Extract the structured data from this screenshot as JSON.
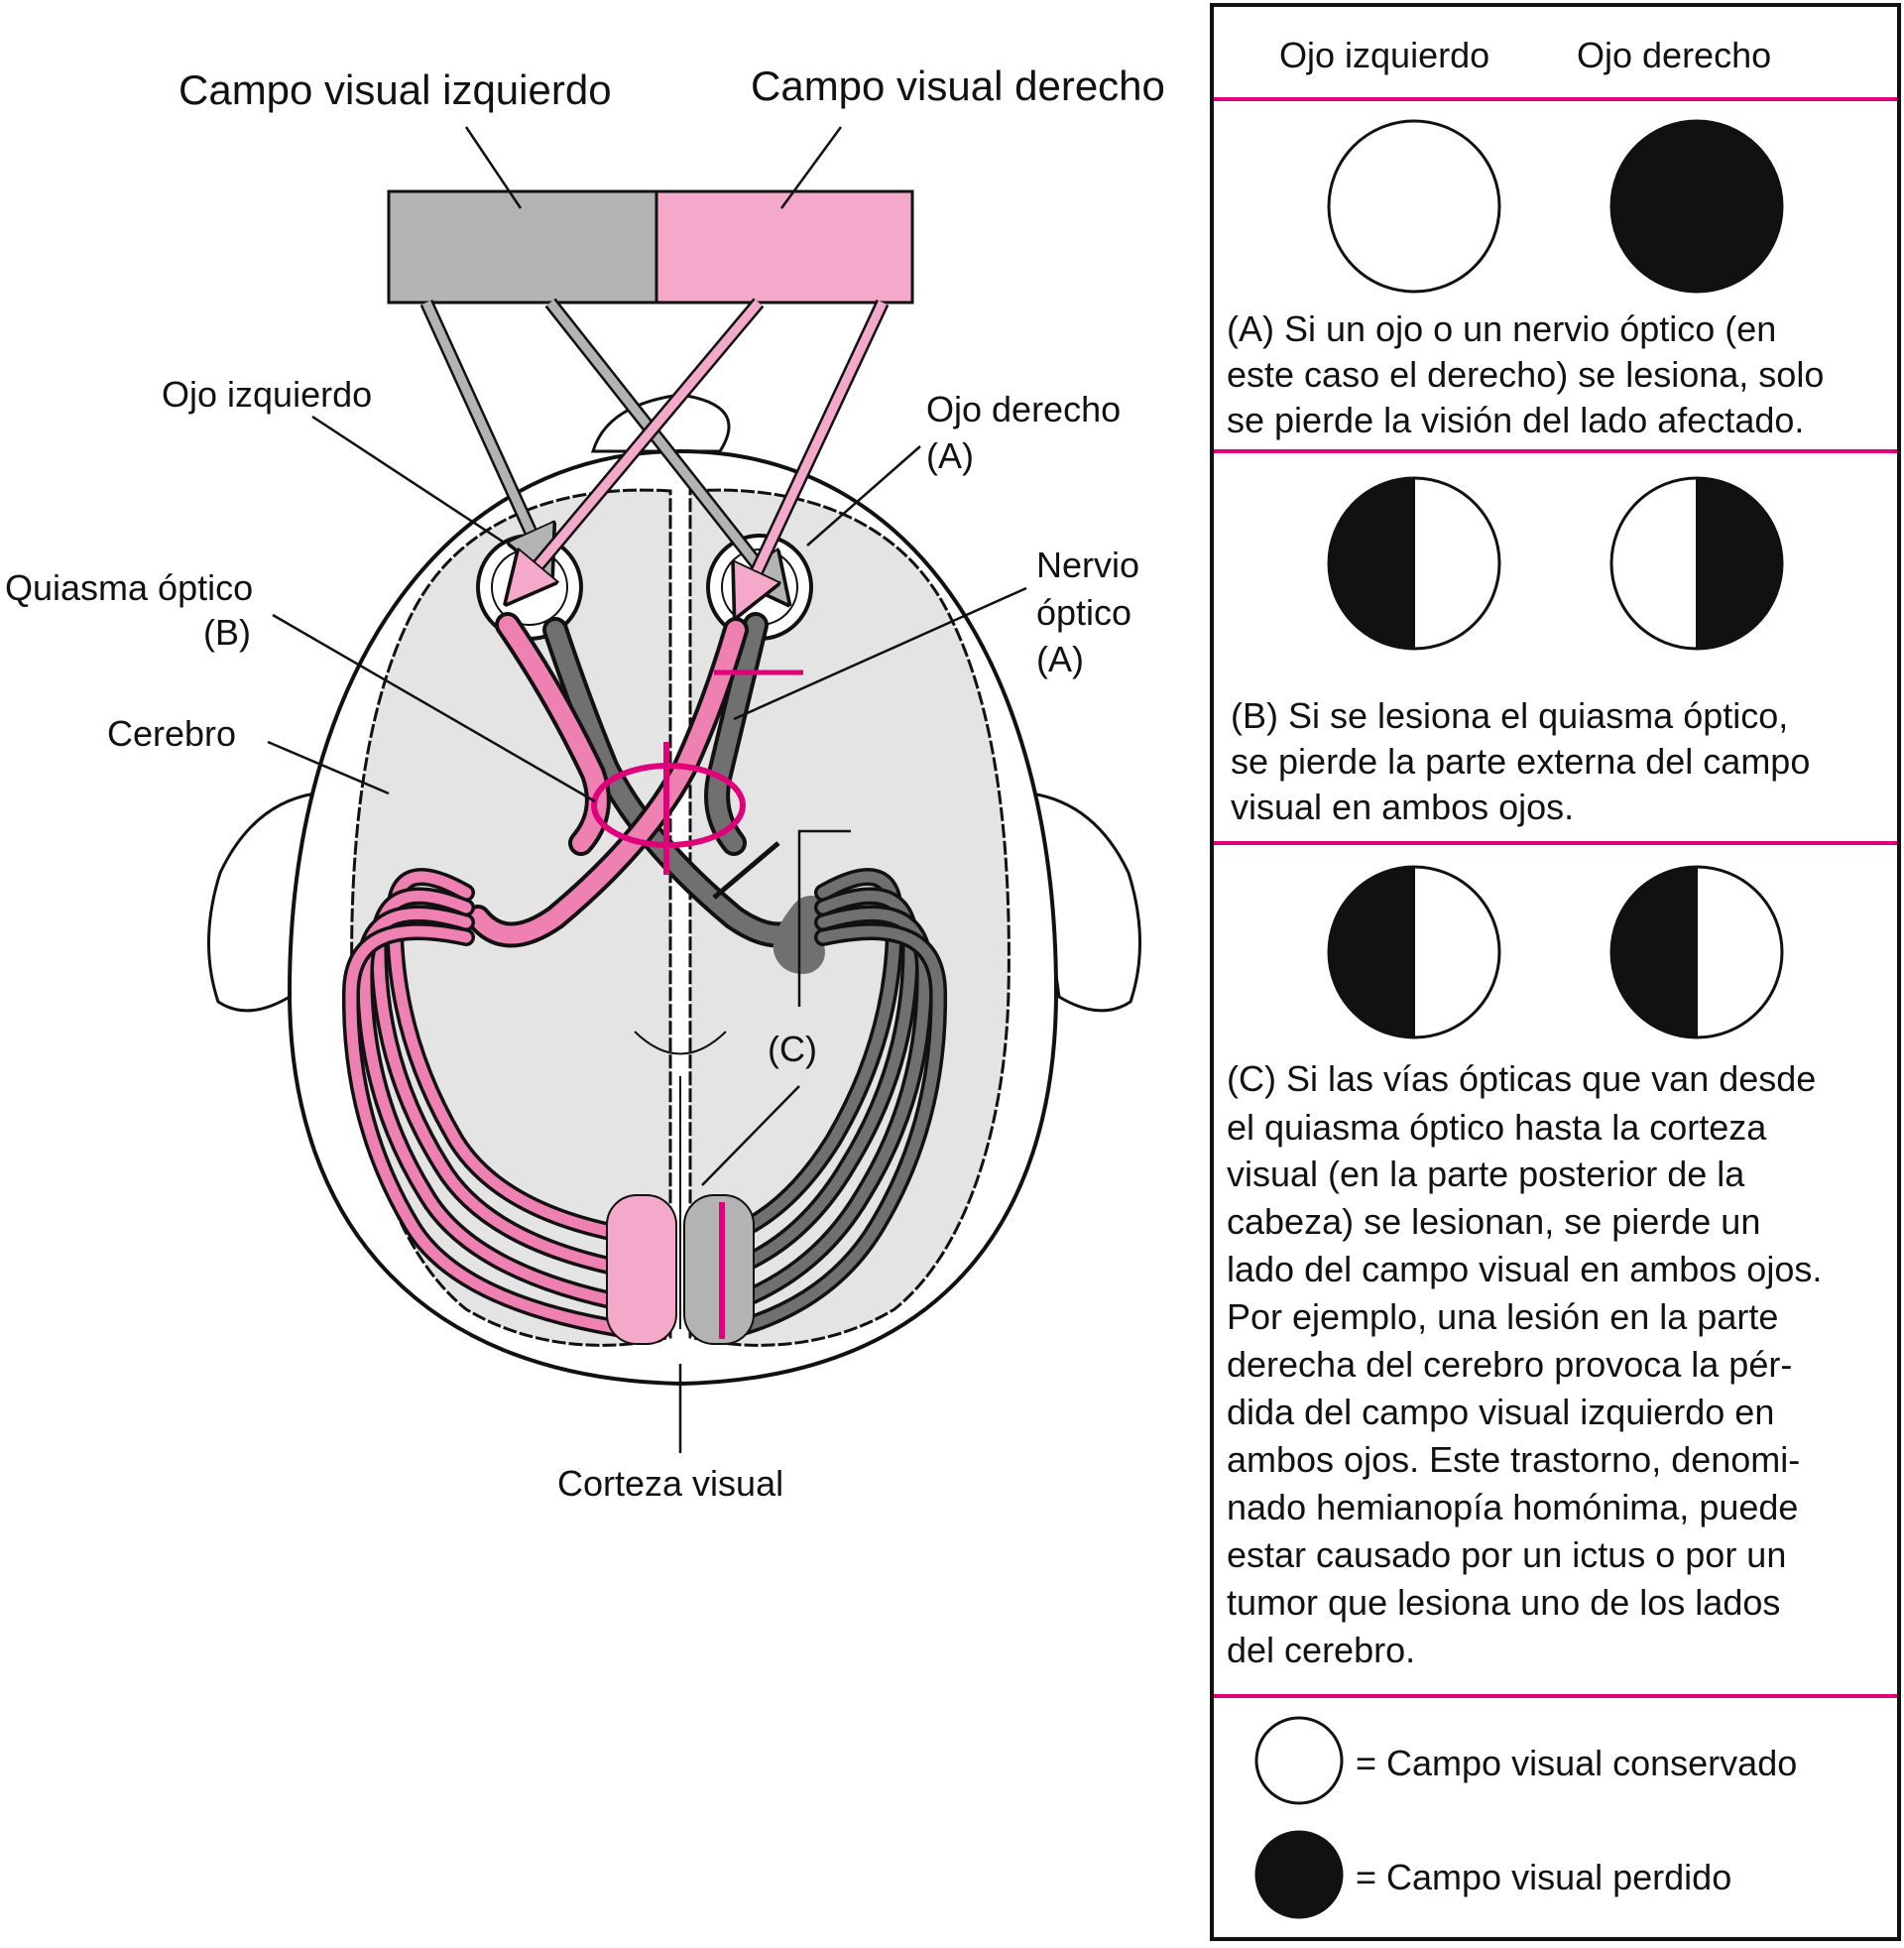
{
  "field_labels": {
    "left": "Campo visual izquierdo",
    "right": "Campo visual derecho"
  },
  "anatomy_labels": {
    "left_eye": "Ojo izquierdo",
    "right_eye": "Ojo derecho",
    "right_eye_tag": "(A)",
    "chiasm": "Quiasma óptico",
    "chiasm_tag": "(B)",
    "brain": "Cerebro",
    "optic_nerve_1": "Nervio",
    "optic_nerve_2": "óptico",
    "optic_nerve_tag": "(A)",
    "tract_tag": "(C)",
    "visual_cortex": "Corteza visual"
  },
  "panel": {
    "header_left": "Ojo izquierdo",
    "header_right": "Ojo derecho",
    "case_a": {
      "lines": [
        "(A) Si un ojo o un nervio óptico (en",
        "este caso el derecho) se lesiona, solo",
        "se pierde la visión del lado afectado."
      ]
    },
    "case_b": {
      "lines": [
        "(B) Si se lesiona el quiasma óptico,",
        "se pierde la parte externa del campo",
        "visual en ambos ojos."
      ]
    },
    "case_c": {
      "lines": [
        "(C) Si las vías ópticas que van desde",
        "el quiasma óptico hasta la corteza",
        "visual (en la parte posterior de la",
        "cabeza) se lesionan, se pierde un",
        "lado del campo visual en ambos ojos.",
        "Por ejemplo, una lesión en la parte",
        "derecha del cerebro provoca la pér-",
        "dida del campo visual izquierdo en",
        "ambos ojos. Este trastorno, denomi-",
        "nado hemianopía homónima, puede",
        "estar causado por un ictus o por un",
        "tumor que lesiona uno de los lados",
        "del cerebro."
      ]
    },
    "legend": {
      "preserved": "= Campo visual conservado",
      "lost": "= Campo visual perdido"
    }
  },
  "colors": {
    "accent": "#e0007a",
    "pink_fill": "#f4a9cb",
    "pink_tract": "#ee80b2",
    "gray_fill": "#b3b3b3",
    "gray_tract": "#707070",
    "brain_fill": "#e4e4e4",
    "lost": "#111111"
  }
}
